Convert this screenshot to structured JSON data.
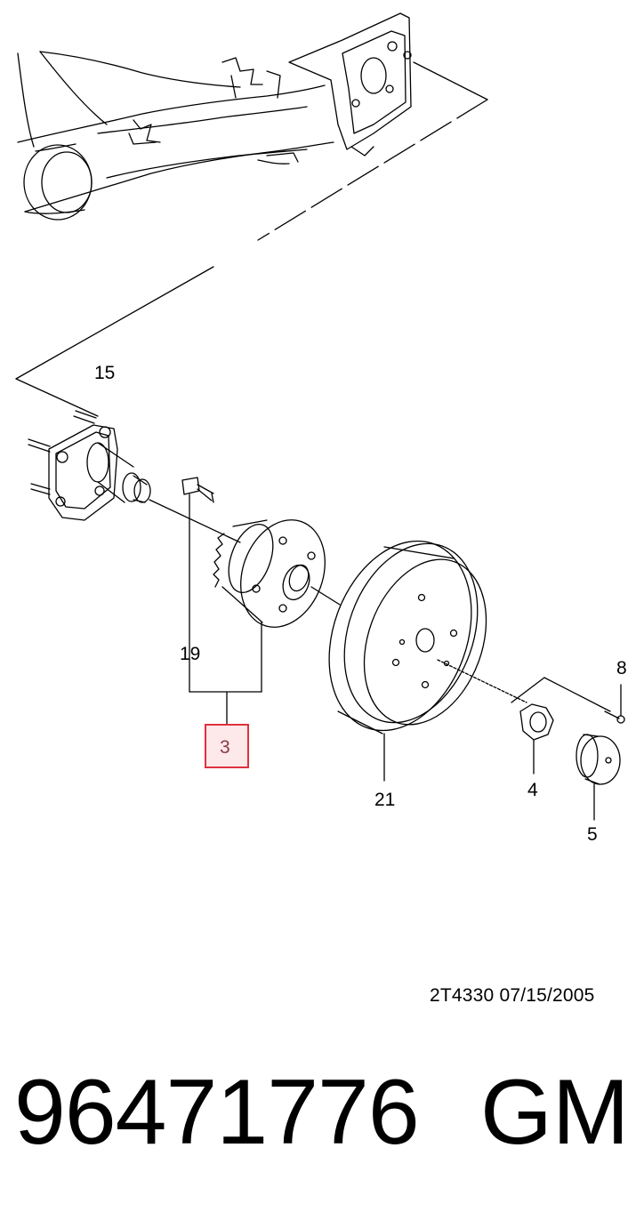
{
  "callouts": {
    "c15": "15",
    "c19": "19",
    "c3": "3",
    "c21": "21",
    "c8": "8",
    "c4": "4",
    "c5": "5"
  },
  "highlight_color": "#e0313e",
  "drawing_ref": "2T4330  07/15/2005",
  "footer": {
    "part_number": "96471776",
    "brand": "GM"
  }
}
